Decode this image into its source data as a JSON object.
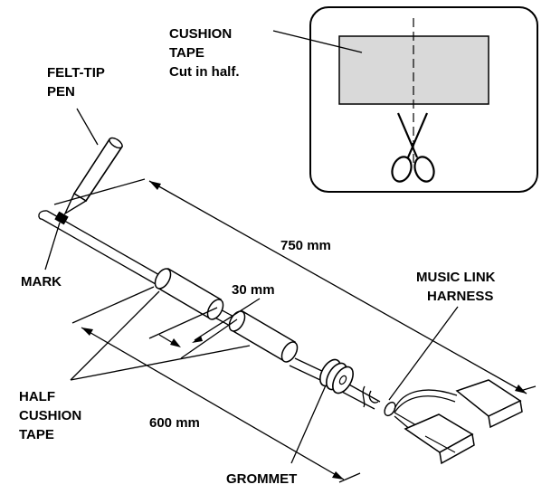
{
  "labels": {
    "cushion_tape_1": "CUSHION",
    "cushion_tape_2": "TAPE",
    "cut_in_half": "Cut in half.",
    "felt_tip_pen_1": "FELT-TIP",
    "felt_tip_pen_2": "PEN",
    "mark": "MARK",
    "dim_750": "750 mm",
    "dim_30": "30 mm",
    "dim_600": "600 mm",
    "music_link_1": "MUSIC  LINK",
    "music_link_2": "HARNESS",
    "half_cushion_1": "HALF",
    "half_cushion_2": "CUSHION",
    "half_cushion_3": "TAPE",
    "grommet": "GROMMET"
  },
  "colors": {
    "line": "#000000",
    "tape_fill": "#d9d9d9",
    "background": "#ffffff"
  }
}
